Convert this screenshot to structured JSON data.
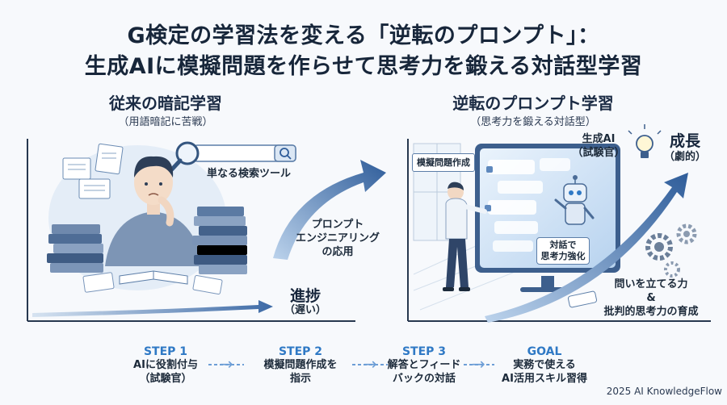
{
  "title": {
    "line1": "G検定の学習法を変える「逆転のプロンプト」：",
    "line2": "生成AIに模擬問題を作らせて思考力を鍛える対話型学習"
  },
  "left": {
    "title": "従来の暗記学習",
    "subtitle": "（用語暗記に苦戦）",
    "search_label": "単なる検索ツール",
    "progress_label": "進捗",
    "progress_sub": "（遅い）"
  },
  "center": {
    "line1": "プロンプト",
    "line2": "エンジニアリング",
    "line3": "の応用"
  },
  "right": {
    "title": "逆転のプロンプト学習",
    "subtitle": "（思考力を鍛える対話型）",
    "task_label": "模擬問題作成",
    "ai_label": "生成AI",
    "ai_sub": "（試験官）",
    "growth_label": "成長",
    "growth_sub": "（劇的）",
    "dialog_line1": "対話で",
    "dialog_line2": "思考力強化",
    "skill_line1": "問いを立てる力",
    "skill_line2": "&",
    "skill_line3": "批判的思考力の育成"
  },
  "steps": [
    {
      "head": "STEP 1",
      "line1": "AIに役割付与",
      "line2": "（試験官）"
    },
    {
      "head": "STEP 2",
      "line1": "模擬問題作成を",
      "line2": "指示"
    },
    {
      "head": "STEP 3",
      "line1": "解答とフィード",
      "line2": "バックの対話"
    },
    {
      "head": "GOAL",
      "line1": "実務で使える",
      "line2": "AI活用スキル習得"
    }
  ],
  "arrow_glyph": "→",
  "footer": "2025 AI KnowledgeFlow",
  "colors": {
    "accent": "#2f79c5",
    "arrow": "#3f6fae",
    "text": "#17263a",
    "screen": "#dbe9f7"
  },
  "icons": [
    "search-icon",
    "book-stack-icon",
    "document-icon",
    "person-thinking-icon",
    "robot-icon",
    "person-standing-icon",
    "lightbulb-icon",
    "gear-icon",
    "phone-icon"
  ]
}
